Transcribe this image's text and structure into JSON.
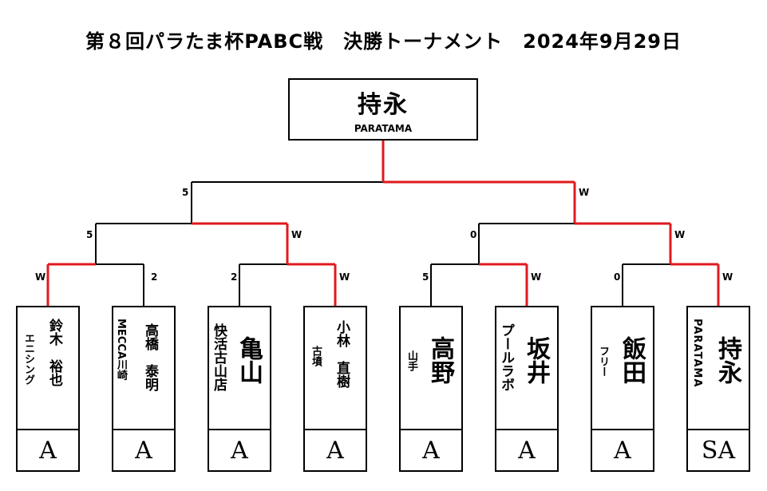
{
  "title": "第８回パラたま杯PABC戦　決勝トーナメント　2024年9月29日",
  "champion": {
    "name": "持永",
    "team": "PARATAMA"
  },
  "players": [
    {
      "name": "鈴木　裕也",
      "team": "エニシング",
      "rank": "A"
    },
    {
      "name": "高橋　泰明",
      "team": "MECCA川崎",
      "rank": "A"
    },
    {
      "name": "亀山",
      "team": "快活古山店",
      "rank": "A"
    },
    {
      "name": "小林　直樹",
      "team": "古墳",
      "rank": "A"
    },
    {
      "name": "高野",
      "team": "山手",
      "rank": "A"
    },
    {
      "name": "坂井",
      "team": "プールラボ",
      "rank": "A"
    },
    {
      "name": "飯田",
      "team": "フリー",
      "rank": "A"
    },
    {
      "name": "持永",
      "team": "PARATAMA",
      "rank": "SA"
    }
  ],
  "scores": {
    "r1": [
      "W",
      "2",
      "2",
      "W",
      "5",
      "W",
      "0",
      "W"
    ],
    "r2": [
      "5",
      "W",
      "0",
      "W"
    ],
    "final": [
      "5",
      "W"
    ]
  },
  "colors": {
    "win": "#e0191e",
    "line": "#000000"
  }
}
